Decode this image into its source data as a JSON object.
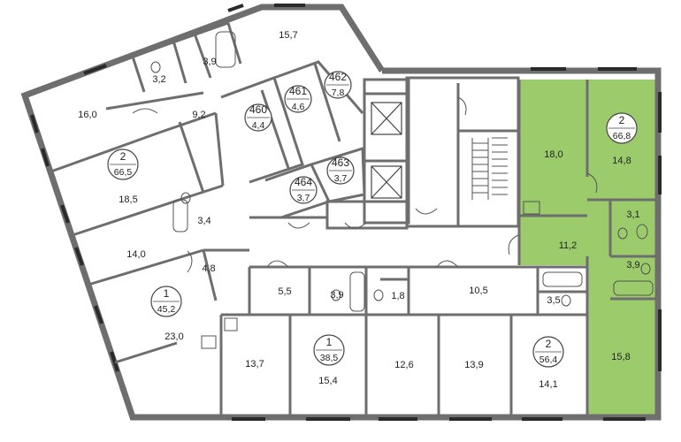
{
  "colors": {
    "highlight": "#9ccb6b",
    "wall": "#6e6e6e",
    "window": "#2a2a2a",
    "background": "#ffffff"
  },
  "rooms": [
    {
      "id": "r157",
      "label": "15,7"
    },
    {
      "id": "r39a",
      "label": "3,9"
    },
    {
      "id": "r32",
      "label": "3,2"
    },
    {
      "id": "r160",
      "label": "16,0"
    },
    {
      "id": "r92",
      "label": "9,2"
    },
    {
      "id": "r185",
      "label": "18,5"
    },
    {
      "id": "r34",
      "label": "3,4"
    },
    {
      "id": "r140",
      "label": "14,0"
    },
    {
      "id": "r48",
      "label": "4,8"
    },
    {
      "id": "r230",
      "label": "23,0"
    },
    {
      "id": "r55",
      "label": "5,5"
    },
    {
      "id": "r39b",
      "label": "3,9"
    },
    {
      "id": "r18",
      "label": "1,8"
    },
    {
      "id": "r105",
      "label": "10,5"
    },
    {
      "id": "r35",
      "label": "3,5"
    },
    {
      "id": "r137",
      "label": "13,7"
    },
    {
      "id": "r154",
      "label": "15,4"
    },
    {
      "id": "r126",
      "label": "12,6"
    },
    {
      "id": "r139",
      "label": "13,9"
    },
    {
      "id": "r141",
      "label": "14,1"
    },
    {
      "id": "r180",
      "label": "18,0"
    },
    {
      "id": "r148",
      "label": "14,8"
    },
    {
      "id": "r112",
      "label": "11,2"
    },
    {
      "id": "r31",
      "label": "3,1"
    },
    {
      "id": "r39c",
      "label": "3,9"
    },
    {
      "id": "r158",
      "label": "15,8"
    }
  ],
  "apartments": [
    {
      "id": "apt-66-5",
      "rooms": "2",
      "area": "66,5"
    },
    {
      "id": "apt-45-2",
      "rooms": "1",
      "area": "45,2"
    },
    {
      "id": "apt-38-5",
      "rooms": "1",
      "area": "38,5"
    },
    {
      "id": "apt-56-4",
      "rooms": "2",
      "area": "56,4"
    },
    {
      "id": "apt-66-8",
      "rooms": "2",
      "area": "66,8",
      "highlighted": true
    }
  ],
  "storage_units": [
    {
      "id": "s460",
      "number": "460",
      "area": "4,4"
    },
    {
      "id": "s461",
      "number": "461",
      "area": "4,6"
    },
    {
      "id": "s462",
      "number": "462",
      "area": "7,8"
    },
    {
      "id": "s463",
      "number": "463",
      "area": "3,7"
    },
    {
      "id": "s464",
      "number": "464",
      "area": "3,7"
    }
  ]
}
